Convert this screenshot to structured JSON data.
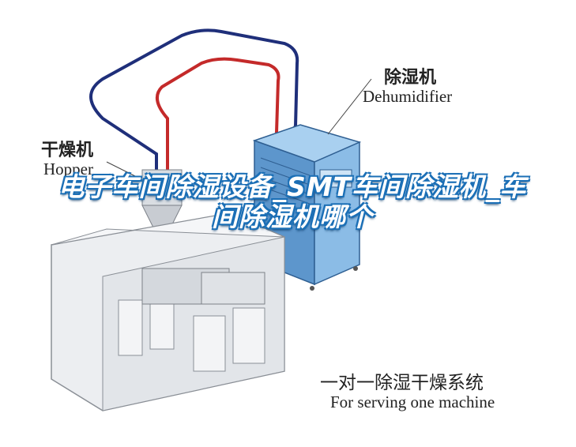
{
  "labels": {
    "dehumidifier_cn": "除湿机",
    "dehumidifier_en": "Dehumidifier",
    "hopper_cn": "干燥机",
    "hopper_en": "Hopper",
    "system_cn": "一对一除湿干燥系统",
    "system_en": "For serving one machine"
  },
  "overlay_title": "电子车间除湿设备_SMT车间除湿机_车间除湿机哪个",
  "colors": {
    "pipe_blue": "#1f2f7a",
    "pipe_red": "#c42a2a",
    "dehumidifier_body": "#6fa6d8",
    "machine_body": "#e9ebee",
    "machine_outline": "#8a8f96",
    "title_outline": "#1b6fb6"
  }
}
